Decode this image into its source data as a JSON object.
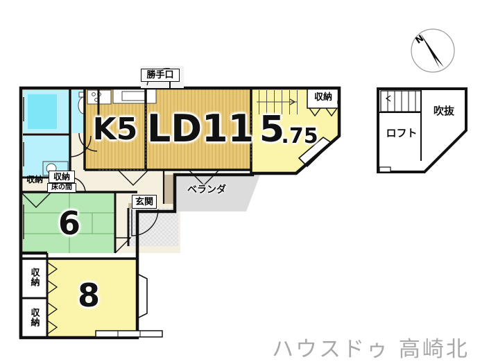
{
  "document": {
    "type": "floor-plan",
    "watermark": "ハウスドゥ 高崎北"
  },
  "compass": {
    "north_label": "N"
  },
  "main_floor": {
    "rooms": [
      {
        "id": "kitchen",
        "label": "K5",
        "size_text": "K5",
        "floor": "wood",
        "color": "#e8c97a"
      },
      {
        "id": "living-dining",
        "label": "LD11",
        "size_text": "LD",
        "number": "11",
        "floor": "wood",
        "color": "#e8c97a"
      },
      {
        "id": "western-room",
        "label": "5.75",
        "number": "5",
        "decimal": ".75",
        "floor": "flooring",
        "color": "#fbf5ab"
      },
      {
        "id": "japanese-6",
        "label": "6",
        "number": "6",
        "floor": "tatami",
        "color": "#b5e8b5"
      },
      {
        "id": "japanese-8",
        "label": "8",
        "number": "8",
        "floor": "tatami",
        "color": "#fbf5ab"
      }
    ],
    "labels": {
      "back_door": "勝手口",
      "entrance": "玄関",
      "veranda": "ベランダ",
      "tokonoma": "床の間",
      "storage": "収納"
    },
    "storage_count": 5
  },
  "loft_floor": {
    "labels": {
      "loft": "ロフト",
      "void": "吹抜"
    }
  },
  "colors": {
    "wall": "#111111",
    "wood_floor": "#e8c97a",
    "wood_stripe": "#d9b765",
    "tatami_green": "#b5e8b5",
    "tatami_yellow": "#fbf5ab",
    "water_blue": "#b8f0fb",
    "tub_blue": "#7fe6f7",
    "corridor": "#f5efdf",
    "veranda_grey": "#dcdcdc",
    "entrance_tile": "#ececec",
    "watermark": "#a9a9a9"
  }
}
